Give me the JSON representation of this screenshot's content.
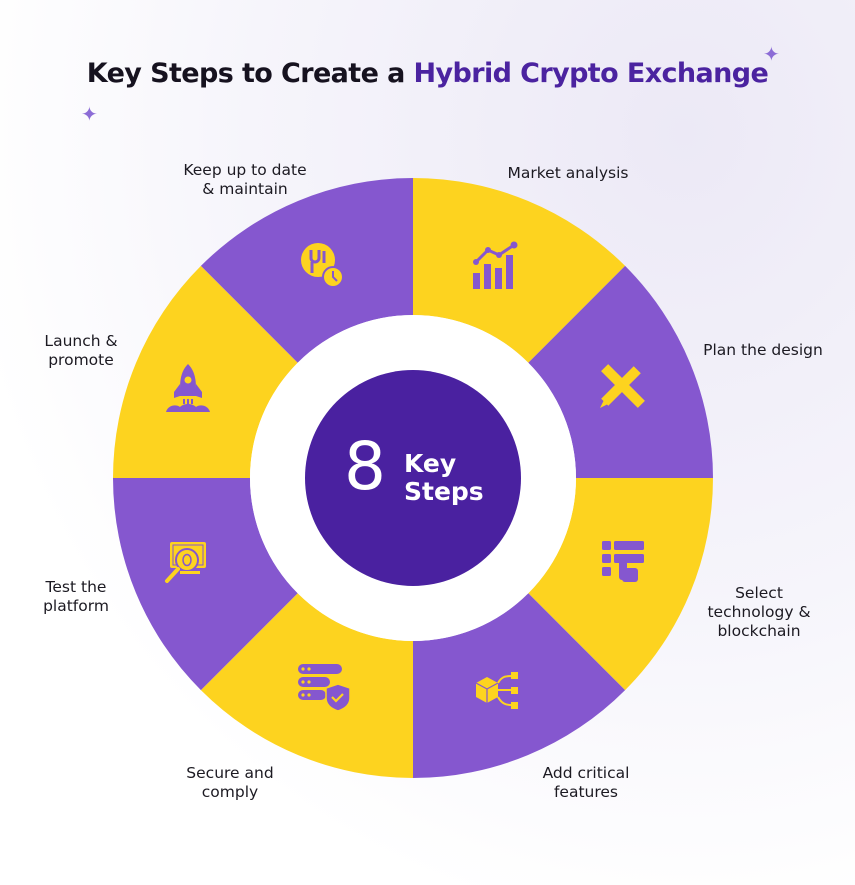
{
  "title": {
    "prefix": "Key Steps to Create a ",
    "highlight": "Hybrid Crypto Exchange"
  },
  "colors": {
    "yellow": "#fdd31f",
    "purple": "#8557cf",
    "center": "#4a21a0",
    "title_highlight": "#4b23a0",
    "text": "#1c1a22"
  },
  "center": {
    "number": "8",
    "line1": "Key",
    "line2": "Steps"
  },
  "steps": [
    {
      "label_line1": "Market analysis",
      "label_line2": "",
      "label_line3": "",
      "icon": "chart-growth-icon",
      "color": "yellow"
    },
    {
      "label_line1": "Plan the design",
      "label_line2": "",
      "label_line3": "",
      "icon": "ruler-pencil-icon",
      "color": "purple"
    },
    {
      "label_line1": "Select",
      "label_line2": "technology &",
      "label_line3": "blockchain",
      "icon": "tech-select-icon",
      "color": "yellow"
    },
    {
      "label_line1": "Add critical",
      "label_line2": "features",
      "label_line3": "",
      "icon": "cube-network-icon",
      "color": "purple"
    },
    {
      "label_line1": "Secure and",
      "label_line2": "comply",
      "label_line3": "",
      "icon": "server-shield-icon",
      "color": "yellow"
    },
    {
      "label_line1": "Test the",
      "label_line2": "platform",
      "label_line3": "",
      "icon": "bug-search-icon",
      "color": "purple"
    },
    {
      "label_line1": "Launch &",
      "label_line2": "promote",
      "label_line3": "",
      "icon": "rocket-icon",
      "color": "yellow"
    },
    {
      "label_line1": "Keep up to date",
      "label_line2": "& maintain",
      "label_line3": "",
      "icon": "maintenance-clock-icon",
      "color": "purple"
    }
  ]
}
